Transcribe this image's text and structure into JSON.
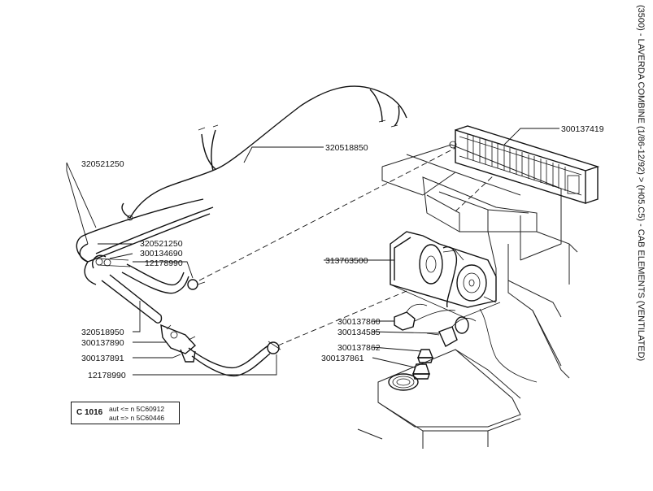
{
  "title": "(3500) - LAVERDA COMBINE (1/86-12/92) > (H05.C5) - CAB ELEMENTS (VENTILATED)",
  "labels": {
    "p300137419": "300137419",
    "p320518850": "320518850",
    "p320521250a": "320521250",
    "p320521250b": "320521250",
    "p300134690": "300134690",
    "p12178990a": "12178990",
    "p313763500": "313763500",
    "p320518950": "320518950",
    "p300137890": "300137890",
    "p300137891": "300137891",
    "p12178990b": "12178990",
    "p300137860": "300137860",
    "p300134585": "300134585",
    "p300137862": "300137862",
    "p300137861": "300137861"
  },
  "reference": {
    "code": "C 1016",
    "line1": "aut <= n 5C60912",
    "line2": "aut => n 5C60446"
  }
}
